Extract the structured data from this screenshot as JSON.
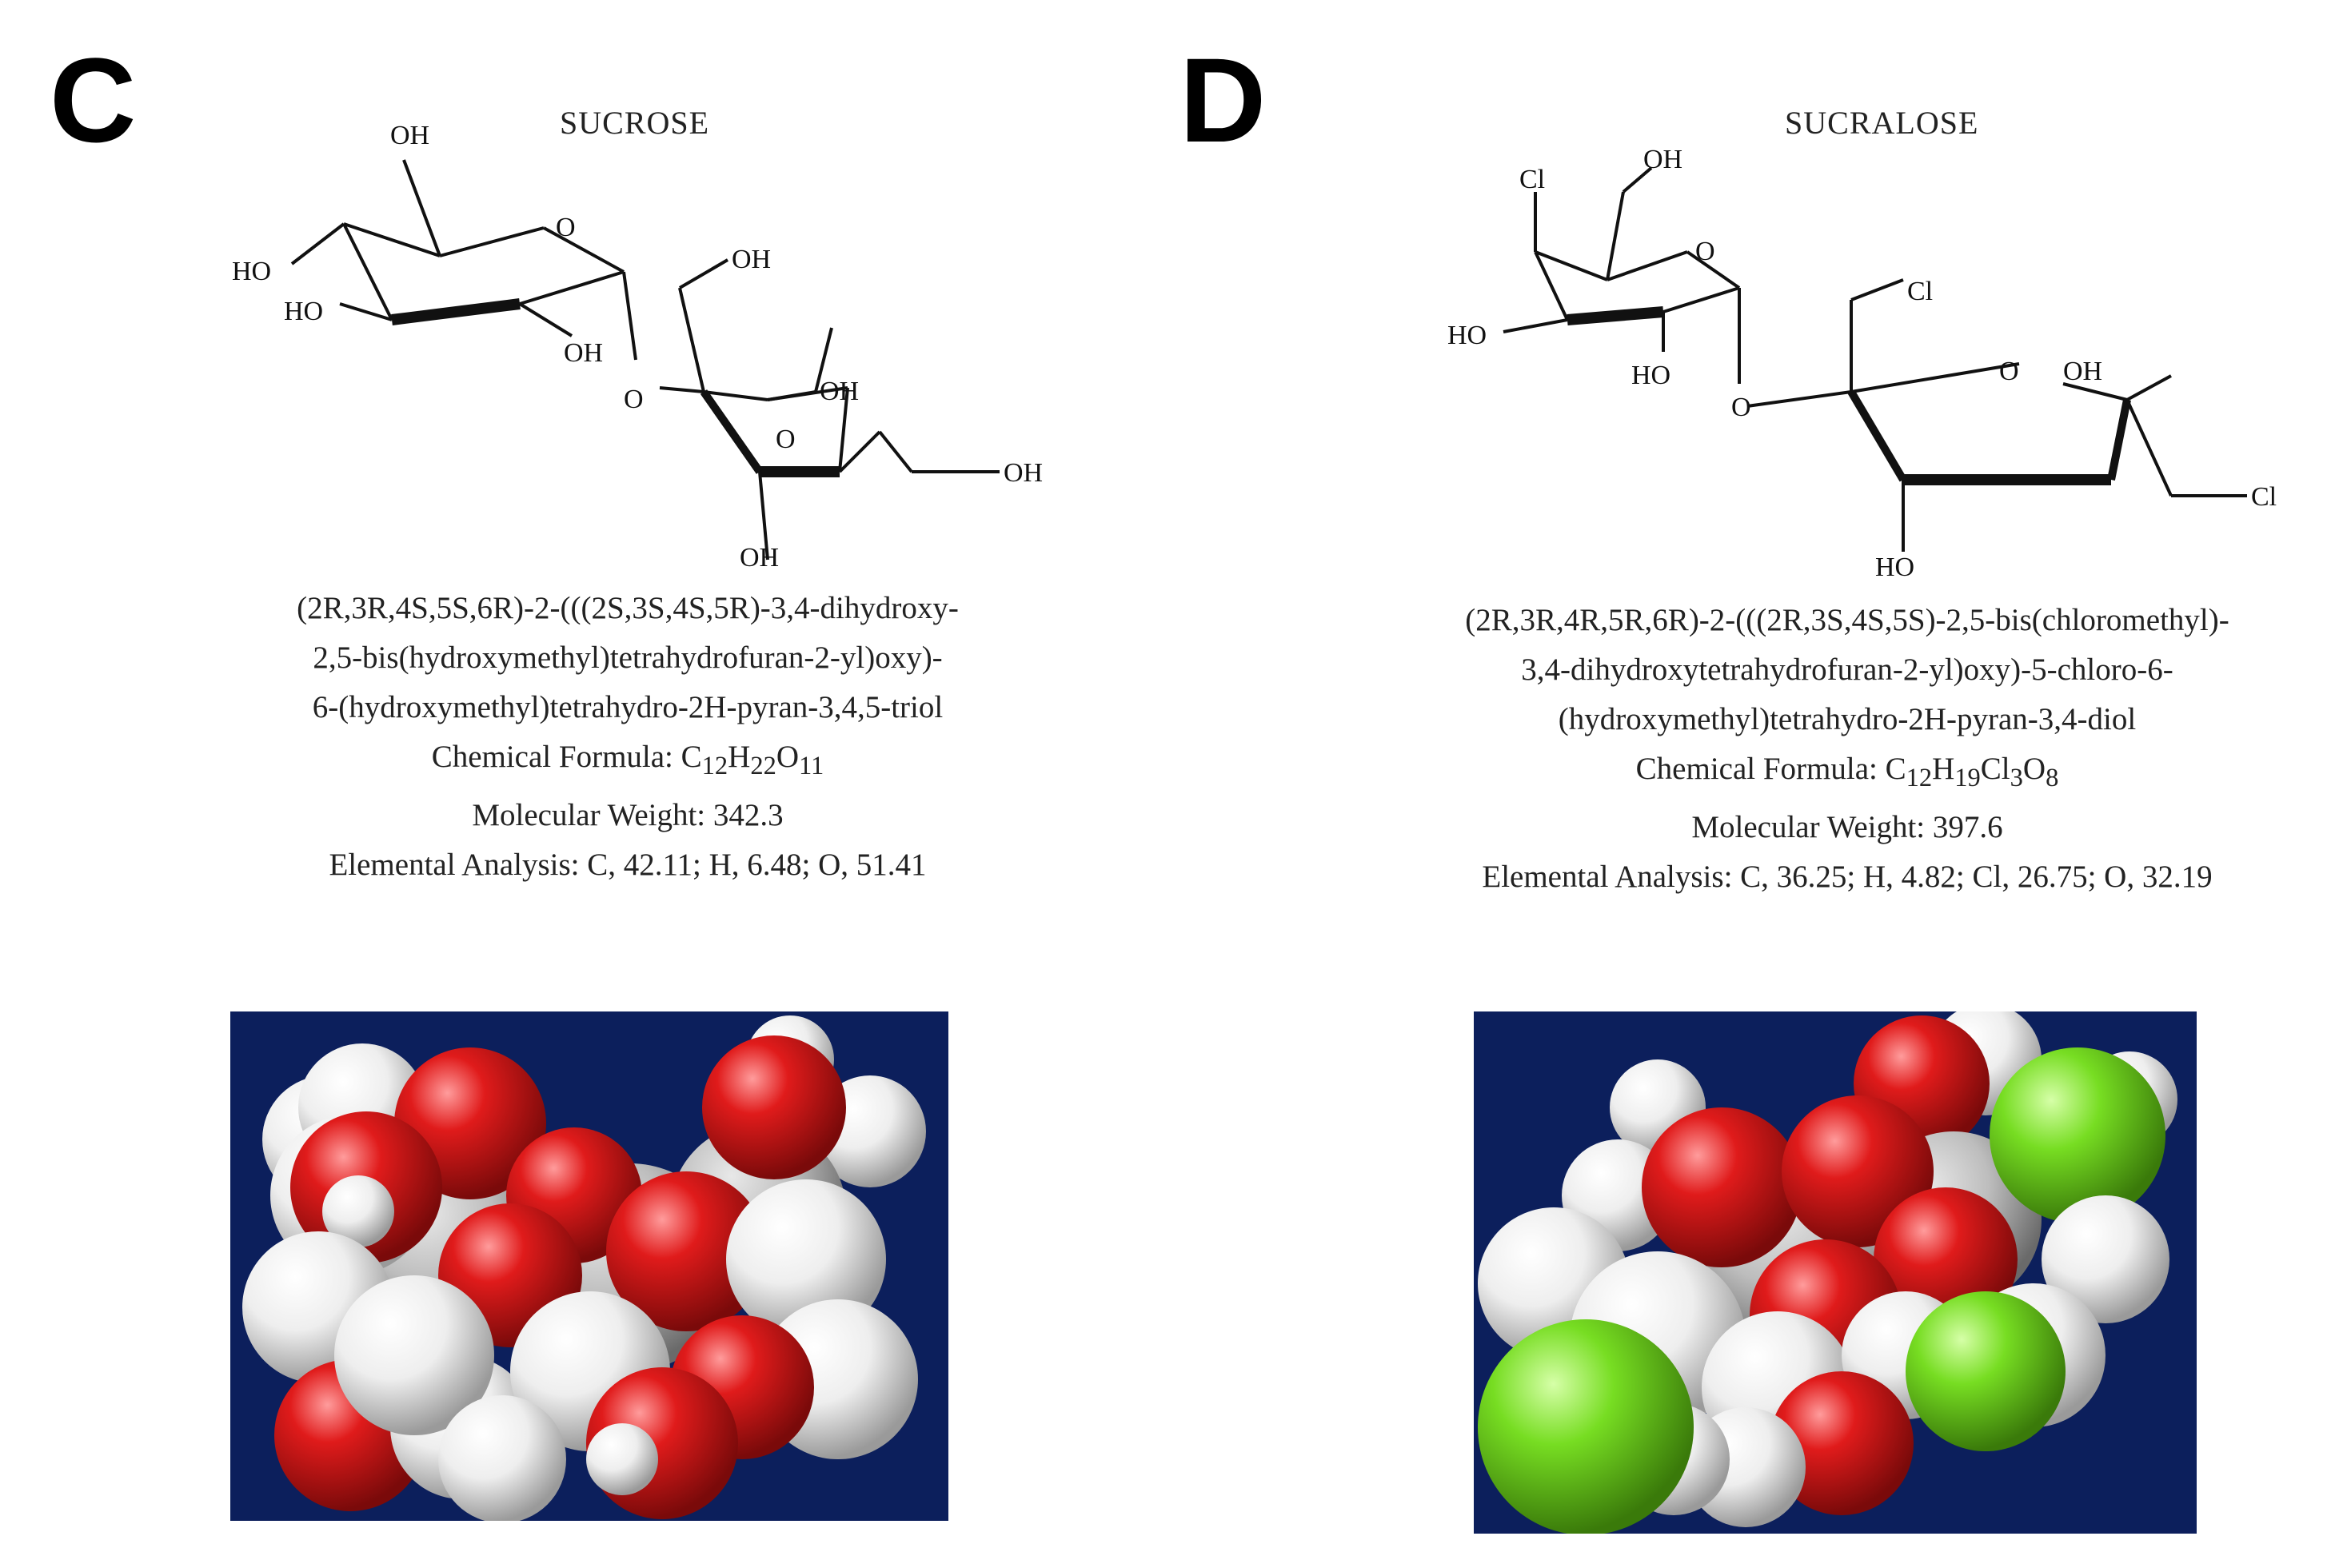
{
  "panels": {
    "c": {
      "letter": "C",
      "name": "SUCROSE",
      "labels": {
        "oh_top": "OH",
        "ho_1": "HO",
        "ho_2": "HO",
        "oh_ring": "OH",
        "o_ring": "O",
        "o_link": "O",
        "oh_ch2": "OH",
        "oh_f": "OH",
        "o_f": "O",
        "oh_right": "OH",
        "oh_bottom": "OH"
      },
      "iupac": [
        "(2R,3R,4S,5S,6R)-2-(((2S,3S,4S,5R)-3,4-dihydroxy-",
        "2,5-bis(hydroxymethyl)tetrahydrofuran-2-yl)oxy)-",
        "6-(hydroxymethyl)tetrahydro-2H-pyran-3,4,5-triol"
      ],
      "formula": {
        "label": "Chemical Formula:",
        "c": "C",
        "c_n": "12",
        "h": "H",
        "h_n": "22",
        "o": "O",
        "o_n": "11"
      },
      "mw": "Molecular Weight: 342.3",
      "ea": "Elemental Analysis: C, 42.11; H, 6.48; O, 51.41"
    },
    "d": {
      "letter": "D",
      "name": "SUCRALOSE",
      "labels": {
        "cl_top": "Cl",
        "oh_top": "OH",
        "o_ring": "O",
        "ho_1": "HO",
        "ho_2": "HO",
        "o_link": "O",
        "cl_ch2": "Cl",
        "o_f": "O",
        "oh_f": "OH",
        "cl_right": "Cl",
        "ho_bottom": "HO"
      },
      "iupac": [
        "(2R,3R,4R,5R,6R)-2-(((2R,3S,4S,5S)-2,5-bis(chloromethyl)-",
        "3,4-dihydroxytetrahydrofuran-2-yl)oxy)-5-chloro-6-",
        "(hydroxymethyl)tetrahydro-2H-pyran-3,4-diol"
      ],
      "formula": {
        "label": "Chemical Formula:",
        "c": "C",
        "c_n": "12",
        "h": "H",
        "h_n": "19",
        "cl": "Cl",
        "cl_n": "3",
        "o": "O",
        "o_n": "8"
      },
      "mw": "Molecular Weight: 397.6",
      "ea": "Elemental Analysis: C, 36.25; H, 4.82; Cl, 26.75; O, 32.19"
    }
  },
  "colors": {
    "background": "#0c1f5c",
    "oxygen": "#e01b1b",
    "hydrogen": "#f2f2f2",
    "carbon": "#bdbdbd",
    "chlorine": "#77dd22"
  }
}
